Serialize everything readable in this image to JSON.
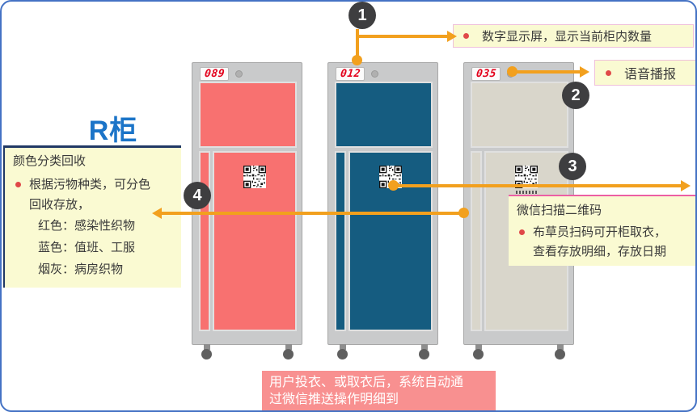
{
  "title": {
    "label": "R柜"
  },
  "cabinets": [
    {
      "id": "red",
      "display_value": "089",
      "door_color": "#F87170"
    },
    {
      "id": "blue",
      "display_value": "012",
      "door_color": "#155C80"
    },
    {
      "id": "beige",
      "display_value": "035",
      "door_color": "#D9D6CB"
    }
  ],
  "badges": [
    {
      "label": "1"
    },
    {
      "label": "2"
    },
    {
      "label": "3"
    },
    {
      "label": "4"
    }
  ],
  "callouts": {
    "display_note": {
      "text": "数字显示屏，显示当前柜内数量"
    },
    "voice_note": {
      "text": "语音播报"
    },
    "wechat_note": {
      "title": "微信扫描二维码",
      "lines": [
        "布草员扫码可开柜取衣，",
        "查看存放明细，存放日期"
      ]
    },
    "color_note": {
      "title": "颜色分类回收",
      "bullet_lines": [
        "根据污物种类，可分色",
        "回收存放，"
      ],
      "legend": [
        "红色：感染性织物",
        "蓝色：值班、工服",
        "烟灰：病房织物"
      ]
    },
    "bottom_note": {
      "lines": [
        "用户投衣、或取衣后，系统自动通",
        "过微信推送操作明细到"
      ]
    }
  },
  "colors": {
    "accent_orange": "#F2A01E",
    "badge_bg": "#3E3E40",
    "note_yellow": "#FAFAD2",
    "note_border_navy": "#203864",
    "note_border_pink": "#EC5FA4",
    "bottom_note_bg": "#F89090",
    "title_blue": "#1B74C8",
    "display_digit_red": "#E3001B",
    "cabinet_gray": "#C9CACB",
    "canvas_border_blue": "#4472C4"
  }
}
